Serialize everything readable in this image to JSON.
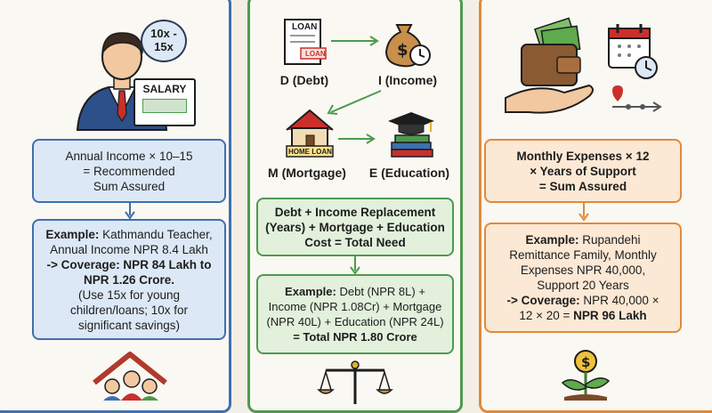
{
  "left": {
    "badge": [
      "10x -",
      "15x"
    ],
    "salary_sign": "SALARY",
    "formula": [
      "Annual Income × 10–15",
      "= Recommended",
      "Sum Assured"
    ],
    "example": {
      "lead": "Example:",
      "line1": " Kathmandu Teacher,",
      "line2": "Annual Income NPR 8.4 Lakh",
      "coverage": "-> Coverage: NPR 84 Lakh to",
      "coverage2": "NPR 1.26 Crore.",
      "note1": "(Use 15x for young",
      "note2": "children/loans; 10x for",
      "note3": "significant savings)"
    }
  },
  "middle": {
    "loan_doc_top": "LOAN",
    "loan_doc_tag": "LOAN",
    "home_loan_sign": "HOME LOAN",
    "labels": {
      "d": "D (Debt)",
      "i": "I (Income)",
      "m": "M (Mortgage)",
      "e": "E (Education)"
    },
    "formula": [
      "Debt + Income Replacement",
      "(Years) + Mortgage + Education",
      "Cost = Total Need"
    ],
    "example": {
      "lead": "Example:",
      "line1": " Debt (NPR 8L) +",
      "line2": "Income (NPR 1.08Cr) + Mortgage",
      "line3": "(NPR 40L) + Education (NPR 24L)",
      "total": "= Total NPR 1.80 Crore"
    }
  },
  "right": {
    "formula": [
      "Monthly Expenses × 12",
      "× Years of Support",
      "= Sum Assured"
    ],
    "example": {
      "lead": "Example:",
      "line1": " Rupandehi",
      "line2": "Remittance Family, Monthly",
      "line3": "Expenses NPR 40,000,",
      "line4": "Support 20 Years",
      "coverage": "-> Coverage:",
      "coverage_val": " NPR 40,000 ×",
      "line5": "12 × 20 = ",
      "result": "NPR 96 Lakh"
    }
  },
  "colors": {
    "blue": "#3d6fb0",
    "green": "#4e9a4e",
    "orange": "#e08a3c"
  }
}
